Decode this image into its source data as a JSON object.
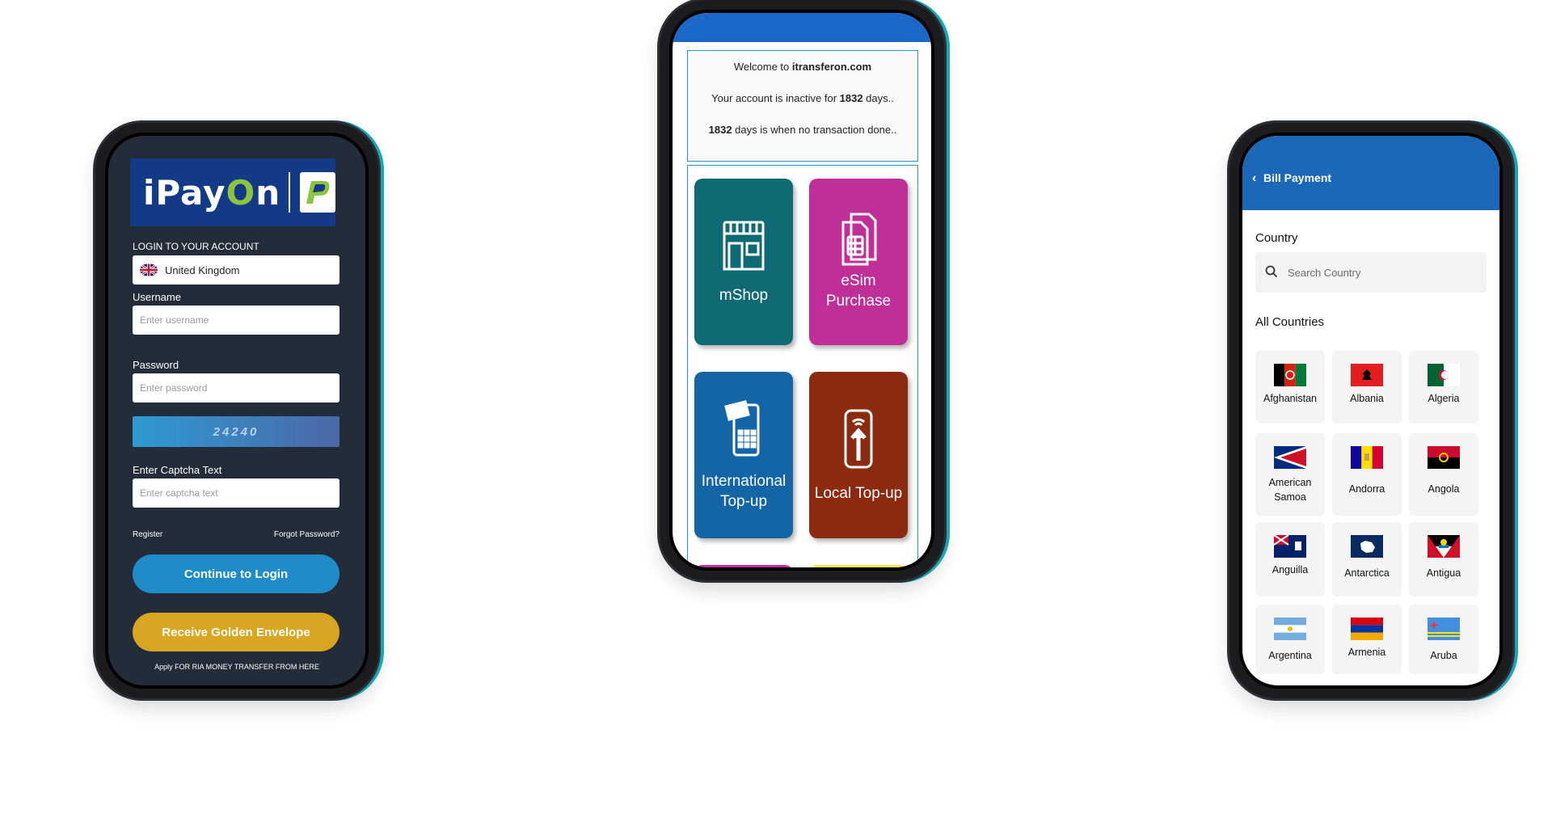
{
  "login": {
    "section_title": "LOGIN TO YOUR ACCOUNT",
    "country": "United Kingdom",
    "username_label": "Username",
    "username_placeholder": "Enter username",
    "password_label": "Password",
    "password_placeholder": "Enter password",
    "captcha_value": "24240",
    "captcha_label": "Enter Captcha Text",
    "captcha_placeholder": "Enter captcha text",
    "register": "Register",
    "forgot": "Forgot Password?",
    "login_button": "Continue to Login",
    "golden_button": "Receive Golden Envelope",
    "footnote": "Apply FOR RIA MONEY TRANSFER FROM HERE",
    "brand_logo_text": "iPayOn",
    "colors": {
      "brand_blue": "#123a86",
      "login_blue": "#1f8bc8",
      "gold": "#d8a623",
      "green": "#8bc53f"
    }
  },
  "home": {
    "welcome_prefix": "Welcome to ",
    "site": "itransferon.com",
    "inactive_prefix": "Your account is inactive for ",
    "days": "1832",
    "inactive_suffix": " days..",
    "note_suffix": " days is when no transaction done..",
    "tiles": [
      {
        "label": "mShop",
        "color": "#0f6a73",
        "icon": "shop-icon"
      },
      {
        "label": "eSim\nPurchase",
        "color": "#c02f97",
        "icon": "sim-card-icon"
      },
      {
        "label": "International\nTop-up",
        "color": "#1365a6",
        "icon": "mobile-topup-icon"
      },
      {
        "label": "Local Top-up",
        "color": "#8b2a10",
        "icon": "phone-arrow-up-icon"
      }
    ],
    "partial_tile_colors": [
      "#c02f97",
      "#f4e25b"
    ]
  },
  "bill": {
    "title": "Bill Payment",
    "country_label": "Country",
    "search_placeholder": "Search Country",
    "all_label": "All Countries",
    "countries": [
      "Afghanistan",
      "Albania",
      "Algeria",
      "American Samoa",
      "Andorra",
      "Angola",
      "Anguilla",
      "Antarctica",
      "Antigua",
      "Argentina",
      "Armenia",
      "Aruba"
    ],
    "colors": {
      "header": "#1b68b8"
    }
  }
}
